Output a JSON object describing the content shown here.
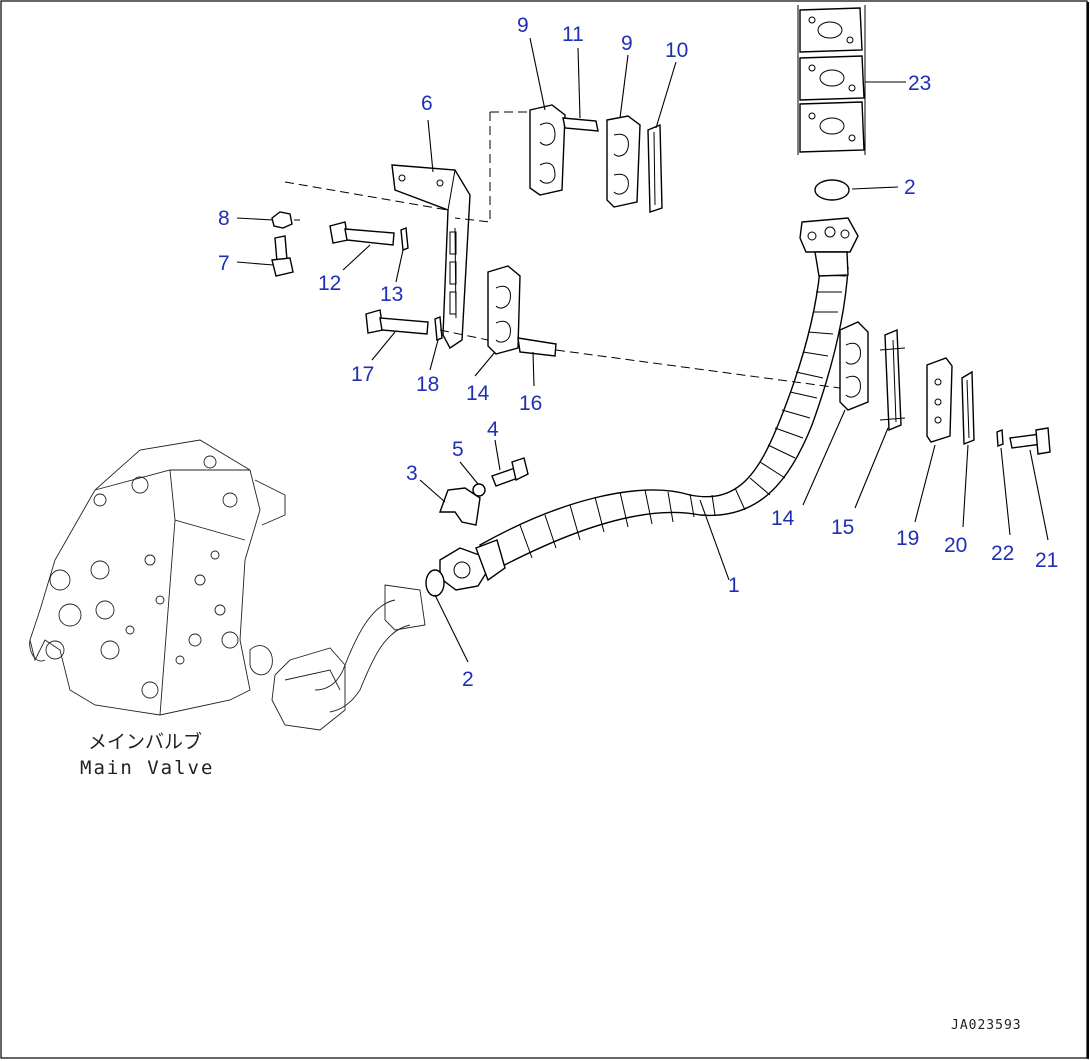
{
  "callouts": {
    "c1": "1",
    "c2a": "2",
    "c2b": "2",
    "c3": "3",
    "c4": "4",
    "c5": "5",
    "c6": "6",
    "c7": "7",
    "c8": "8",
    "c9a": "9",
    "c9b": "9",
    "c10": "10",
    "c11": "11",
    "c12": "12",
    "c13": "13",
    "c14a": "14",
    "c14b": "14",
    "c15": "15",
    "c16": "16",
    "c17": "17",
    "c18": "18",
    "c19": "19",
    "c20": "20",
    "c21": "21",
    "c22": "22",
    "c23": "23"
  },
  "labels": {
    "main_valve_jp": "メインバルブ",
    "main_valve_en": "Main Valve",
    "drawing_code": "JA023593"
  },
  "colors": {
    "callout": "#1f2fb6",
    "line": "#000000",
    "background": "#ffffff"
  }
}
